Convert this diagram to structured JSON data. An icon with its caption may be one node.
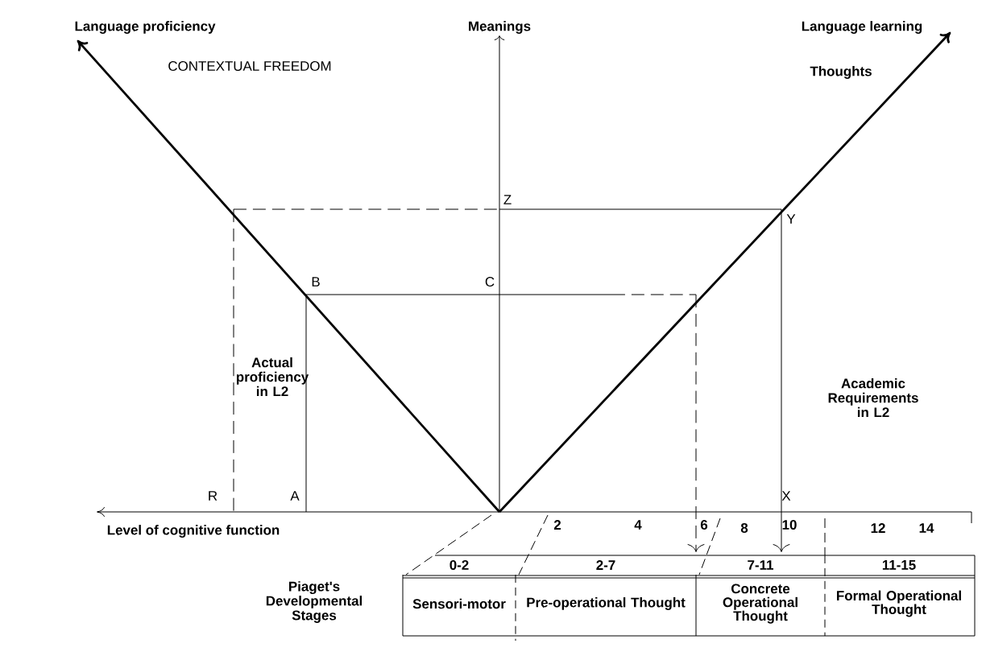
{
  "diagram": {
    "labels": [
      "Language proficiency",
      "Meanings",
      "Language learning",
      "CONTEXTUAL FREEDOM",
      "Thoughts",
      "Z",
      "Y",
      "B",
      "C",
      "Actual proficiency in L2",
      "Academic Requirements in L2",
      "R",
      "A",
      "X",
      "Level of cognitive function",
      "2",
      "4",
      "6",
      "8",
      "10",
      "12",
      "14",
      "Piaget's Developmental Stages",
      "0-2",
      "2-7",
      "7-11",
      "11-15",
      "Sensori-motor",
      "Pre-operational Thought",
      "Concrete Operational Thought",
      "Formal Operational Thought"
    ]
  }
}
